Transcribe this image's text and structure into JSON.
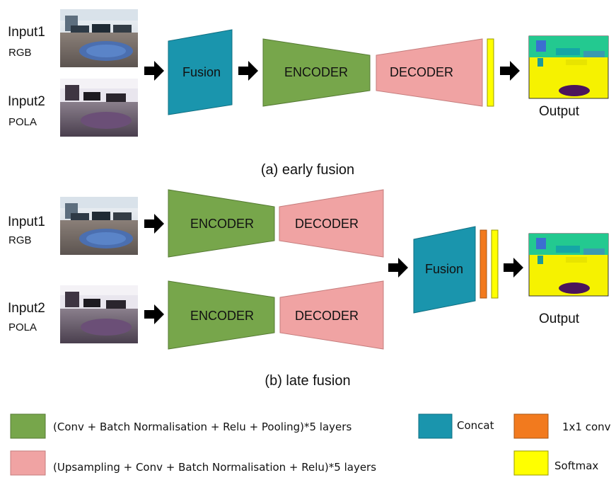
{
  "captions": {
    "early": "(a) early fusion",
    "late": "(b) late fusion"
  },
  "inputs": {
    "input1_title": "Input1",
    "input1_sub": "RGB",
    "input2_title": "Input2",
    "input2_sub": "POLA"
  },
  "blocks": {
    "fusion": "Fusion",
    "encoder": "ENCODER",
    "decoder": "DECODER",
    "output": "Output"
  },
  "legend": [
    {
      "text": "(Conv + Batch Normalisation + Relu + Pooling)*5 layers",
      "color": "#77a64b"
    },
    {
      "text": "Concat",
      "color": "#1a95ad"
    },
    {
      "text": "1x1 conv",
      "color": "#f27a1e"
    },
    {
      "text": "(Upsampling + Conv + Batch Normalisation + Relu)*5 layers",
      "color": "#f0a3a3"
    },
    {
      "text": "Softmax",
      "color": "#ffff00"
    }
  ],
  "colors": {
    "encoder": "#77a64b",
    "decoder": "#f0a3a3",
    "fusion": "#1a95ad",
    "conv1x1": "#f27a1e",
    "softmax": "#ffff00"
  }
}
